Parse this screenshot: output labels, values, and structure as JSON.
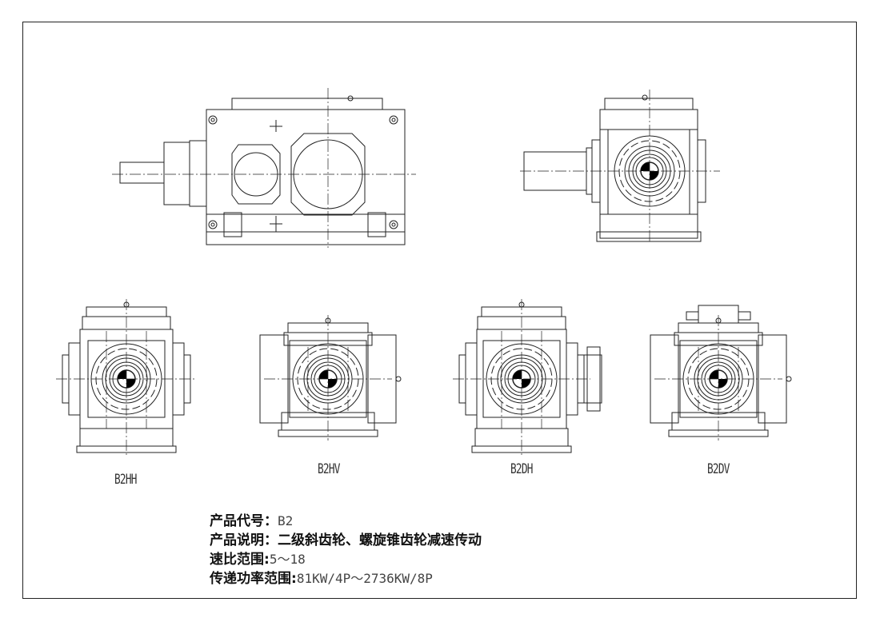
{
  "views": [
    {
      "id": "main-front",
      "label": ""
    },
    {
      "id": "main-side",
      "label": ""
    },
    {
      "id": "b2hh",
      "label": "B2HH"
    },
    {
      "id": "b2hv",
      "label": "B2HV"
    },
    {
      "id": "b2dh",
      "label": "B2DH"
    },
    {
      "id": "b2dv",
      "label": "B2DV"
    }
  ],
  "info": {
    "code_label": "产品代号：",
    "code_value": "B2",
    "desc_label": "产品说明：",
    "desc_value": "二级斜齿轮、螺旋锥齿轮减速传动",
    "ratio_label": "速比范围:",
    "ratio_value": "5～18",
    "power_label": "传递功率范围:",
    "power_value": "81KW/4P～2736KW/8P"
  }
}
